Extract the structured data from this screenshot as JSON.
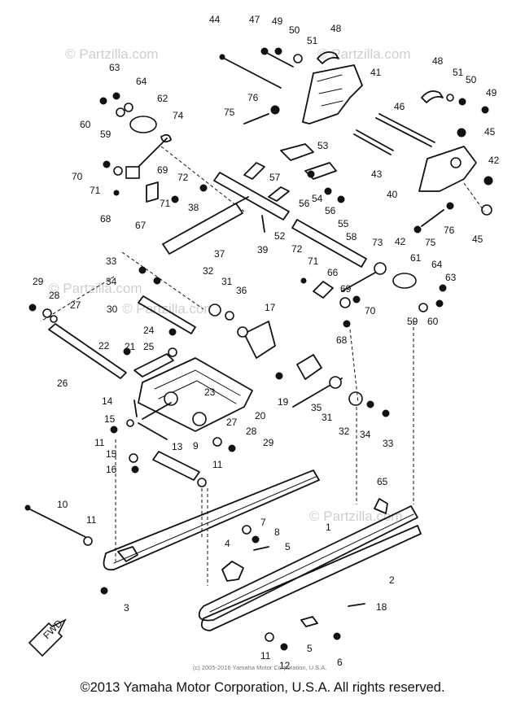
{
  "watermarks": [
    "© Partzilla.com",
    "© Partzilla.com",
    "© Partzilla.com",
    "© Partzilla.com",
    "© Partzilla.com"
  ],
  "fwd_label": "FWD",
  "small_copyright": "(c) 2005-2016 Yamaha Motor Corporation, U.S.A.",
  "copyright": "©2013 Yamaha Motor Corporation, U.S.A. All rights reserved.",
  "callouts": [
    "1",
    "2",
    "3",
    "4",
    "5",
    "5",
    "6",
    "7",
    "8",
    "9",
    "10",
    "11",
    "11",
    "11",
    "11",
    "12",
    "13",
    "14",
    "15",
    "15",
    "16",
    "17",
    "18",
    "19",
    "20",
    "21",
    "22",
    "23",
    "24",
    "25",
    "26",
    "27",
    "27",
    "28",
    "28",
    "29",
    "29",
    "30",
    "31",
    "31",
    "32",
    "32",
    "33",
    "33",
    "34",
    "34",
    "35",
    "36",
    "37",
    "38",
    "39",
    "40",
    "41",
    "42",
    "42",
    "43",
    "45",
    "45",
    "46",
    "47",
    "48",
    "48",
    "49",
    "49",
    "50",
    "50",
    "51",
    "51",
    "52",
    "53",
    "54",
    "55",
    "56",
    "56",
    "57",
    "58",
    "59",
    "59",
    "60",
    "60",
    "61",
    "62",
    "63",
    "63",
    "64",
    "64",
    "65",
    "66",
    "67",
    "68",
    "68",
    "69",
    "69",
    "70",
    "70",
    "71",
    "71",
    "71",
    "72",
    "72",
    "73",
    "74",
    "75",
    "75",
    "76",
    "76",
    "44"
  ]
}
